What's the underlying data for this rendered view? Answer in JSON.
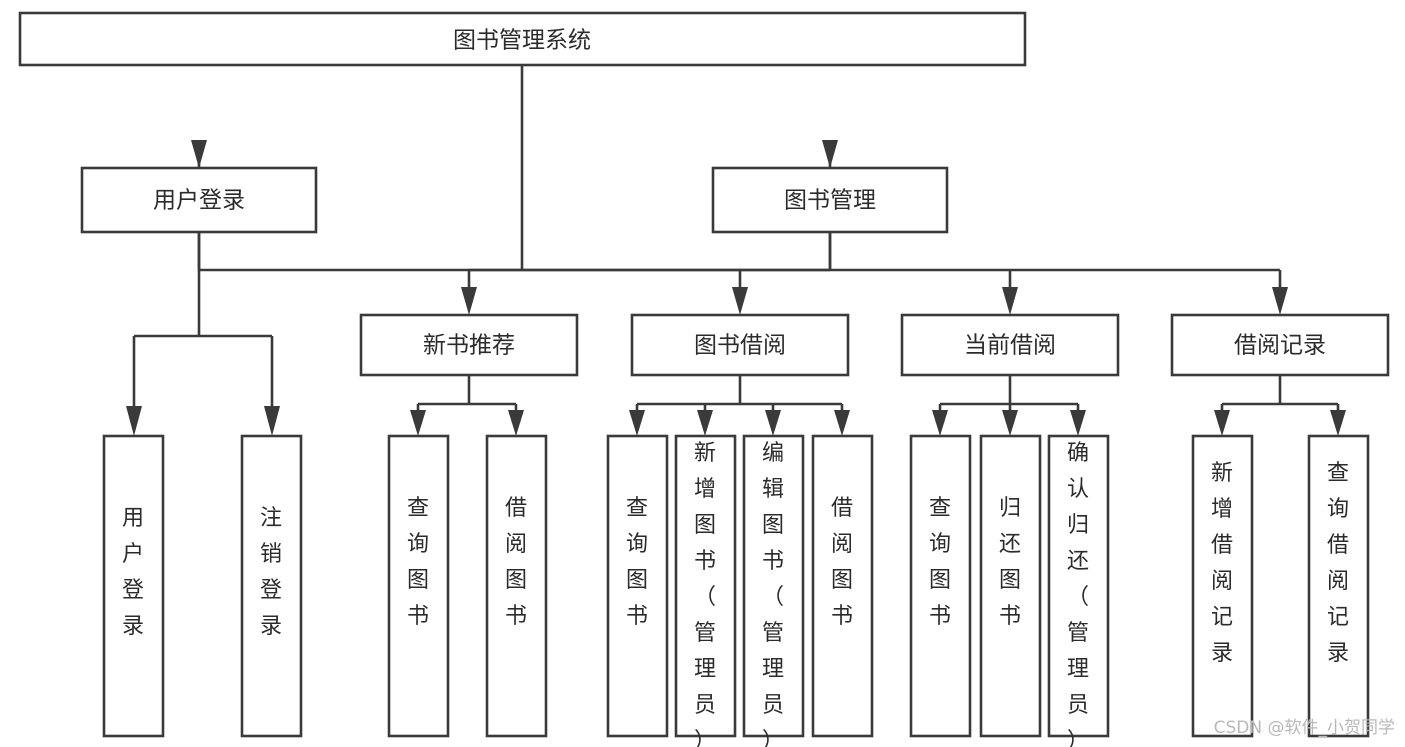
{
  "diagram": {
    "title": "图书管理系统",
    "type": "tree-hierarchy-chart",
    "colors": {
      "box_stroke": "#3a3a3a",
      "box_fill": "#ffffff",
      "text": "#2b2b2b",
      "background": "#ffffff",
      "watermark": "#b9b9b9"
    },
    "root": {
      "label": "图书管理系统"
    },
    "level2": [
      {
        "label": "用户登录"
      },
      {
        "label": "图书管理"
      }
    ],
    "level3": [
      {
        "label": "新书推荐"
      },
      {
        "label": "图书借阅"
      },
      {
        "label": "当前借阅"
      },
      {
        "label": "借阅记录"
      }
    ],
    "leaves_user_login": [
      {
        "label": "用户登录"
      },
      {
        "label": "注销登录"
      }
    ],
    "leaves_new_book": [
      {
        "label": "查询图书"
      },
      {
        "label": "借阅图书"
      }
    ],
    "leaves_borrow": [
      {
        "label": "查询图书"
      },
      {
        "label": "新增图书（管理员）"
      },
      {
        "label": "编辑图书（管理员）"
      },
      {
        "label": "借阅图书"
      }
    ],
    "leaves_current": [
      {
        "label": "查询图书"
      },
      {
        "label": "归还图书"
      },
      {
        "label": "确认归还（管理员）"
      }
    ],
    "leaves_record": [
      {
        "label": "新增借阅记录"
      },
      {
        "label": "查询借阅记录"
      }
    ]
  },
  "watermark": {
    "text": "CSDN @软件_小贺同学"
  }
}
